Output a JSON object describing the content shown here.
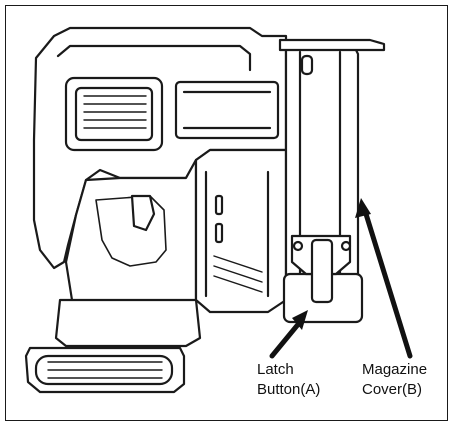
{
  "labels": {
    "latch": {
      "line1": "Latch",
      "line2": "Button(A)"
    },
    "magazine": {
      "line1": "Magazine",
      "line2": "Cover(B)"
    }
  },
  "colors": {
    "stroke": "#1a1a1a",
    "fill": "#ffffff",
    "grip": "#222222"
  }
}
